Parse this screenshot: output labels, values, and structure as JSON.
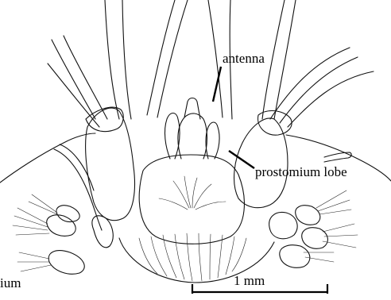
{
  "labels": {
    "antenna": "antenna",
    "prostomium_lobe": "prostomium lobe",
    "peristomium_partial": "ium",
    "scale_bar": "1 mm"
  },
  "colors": {
    "ink": "#111111",
    "background": "#ffffff"
  }
}
